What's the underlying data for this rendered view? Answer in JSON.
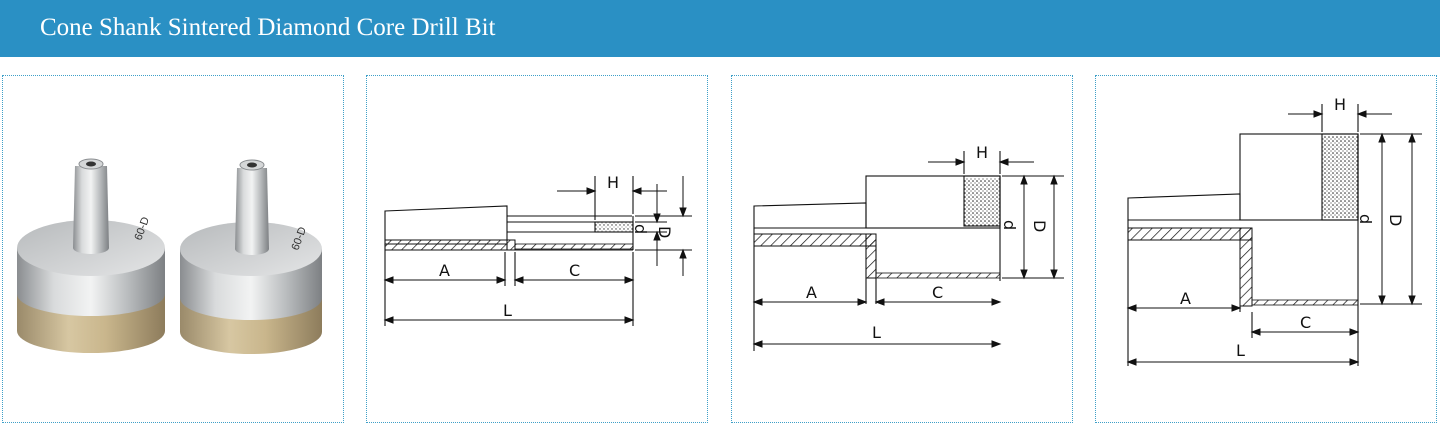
{
  "header": {
    "title": "Cone Shank Sintered Diamond Core Drill Bit",
    "background": "#2a90c4",
    "text_color": "#ffffff"
  },
  "photo": {
    "bit_left_marking": "60-D",
    "bit_right_marking": "60-D"
  },
  "drawings": [
    {
      "labels": {
        "H": "H",
        "d": "d",
        "D": "D",
        "A": "A",
        "C": "C",
        "L": "L"
      }
    },
    {
      "labels": {
        "H": "H",
        "d": "d",
        "D": "D",
        "A": "A",
        "C": "C",
        "L": "L"
      }
    },
    {
      "labels": {
        "H": "H",
        "d": "d",
        "D": "D",
        "A": "A",
        "C": "C",
        "L": "L"
      }
    }
  ],
  "panel_border_color": "#3fa0c8"
}
